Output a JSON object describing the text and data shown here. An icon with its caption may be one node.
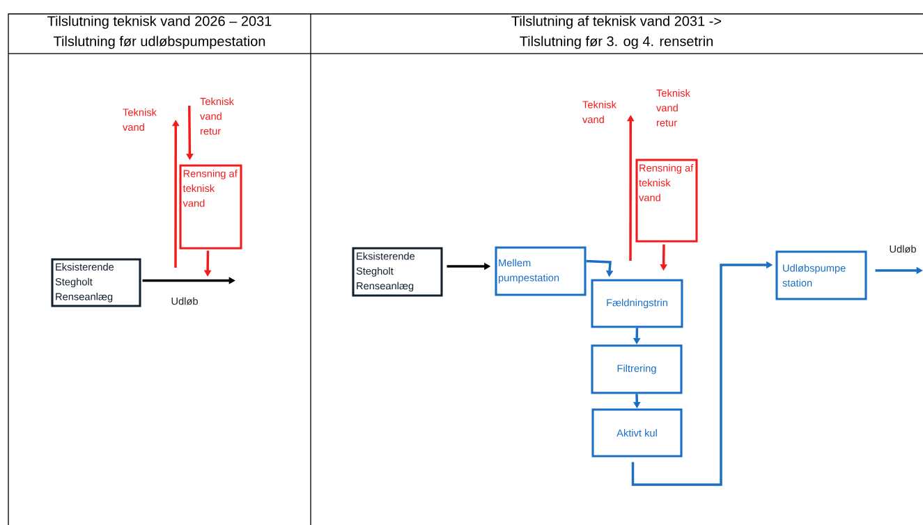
{
  "diagram": {
    "nodes": [
      {
        "text": [
          "Teknisk vand"
        ]
      },
      {
        "text": [
          "Teknisk vand retur"
        ]
      },
      {
        "text": [
          "Rensning af teknisk vand"
        ]
      },
      {
        "text": [
          "Eksisterende Stegholt Renseanlæg"
        ]
      },
      {
        "text": [
          "Teknisk vand"
        ]
      },
      {
        "text": [
          "Rensning af teknisk vand"
        ]
      },
      {
        "text": [
          "Eksisterende Stegholt Renseanlæg"
        ]
      },
      {
        "text": [
          "Mellem pumpestation"
        ]
      },
      {
        "text": [
          "Fældningstrin"
        ]
      },
      {
        "text": [
          "Filtrering"
        ]
      },
      {
        "text": [
          "Aktivt kul"
        ]
      },
      {
        "text": [
          "Udløbspumpe station"
        ]
      }
    ],
    "edges": [
      {
        "from": null,
        "to": 0,
        "arrow": "to",
        "color": "#f21c1c"
      },
      {
        "from": 1,
        "to": 2,
        "arrow": "to",
        "color": "#f21c1c"
      },
      {
        "from": 2,
        "to": null,
        "arrow": "to",
        "color": "#f21c1c"
      },
      {
        "from": 3,
        "to": null,
        "arrow": "to",
        "label": "Udløb",
        "color": "#000000"
      },
      {
        "from": null,
        "to": 4,
        "arrow": "to",
        "color": "#f21c1c"
      },
      {
        "from": 5,
        "to": 8,
        "arrow": "to",
        "color": "#f21c1c"
      },
      {
        "from": 6,
        "to": 7,
        "arrow": "to",
        "color": "#000000"
      },
      {
        "from": 7,
        "to": 8,
        "arrow": "to",
        "color": "#1a6fc4"
      },
      {
        "from": 8,
        "to": 9,
        "arrow": "to",
        "color": "#1a6fc4"
      },
      {
        "from": 9,
        "to": 10,
        "arrow": "to",
        "color": "#1a6fc4"
      },
      {
        "from": 10,
        "to": 11,
        "arrow": "to",
        "color": "#1a6fc4"
      },
      {
        "from": 11,
        "to": null,
        "arrow": "to",
        "label": "Udløb",
        "color": "#1a6fc4"
      }
    ],
    "labels": [
      "Tilslutning teknisk vand 2026 – 2031",
      "Tilslutning før udløbspumpestation",
      "Tilslutning af teknisk vand 2031 ->",
      "Tilslutning før 3. og 4. rensetrin",
      "Teknisk vand retur"
    ]
  }
}
